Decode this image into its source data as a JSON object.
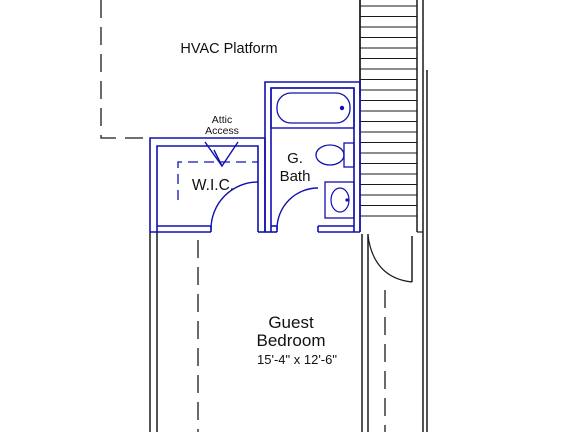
{
  "rooms": {
    "hvac": {
      "label": "HVAC Platform"
    },
    "attic": {
      "line1": "Attic",
      "line2": "Access"
    },
    "wic": {
      "label": "W.I.C."
    },
    "bath": {
      "line1": "G.",
      "line2": "Bath"
    },
    "bedroom": {
      "line1": "Guest",
      "line2": "Bedroom",
      "dimensions": "15'-4\" x 12'-6\""
    }
  },
  "colors": {
    "wall": "#1a1a1a",
    "accent_wall": "#1010b4",
    "background": "#ffffff"
  }
}
